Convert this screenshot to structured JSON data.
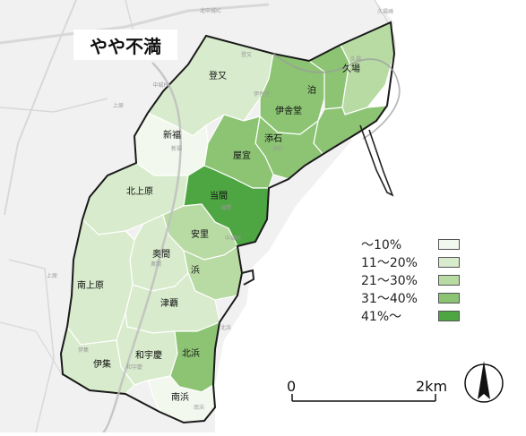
{
  "title": "やや不満",
  "legend": [
    {
      "label": "～10%",
      "color": "#f3f8ee"
    },
    {
      "label": "11～20%",
      "color": "#d8ebcc"
    },
    {
      "label": "21～30%",
      "color": "#b8dba3"
    },
    {
      "label": "31～40%",
      "color": "#8cc474"
    },
    {
      "label": "41%～",
      "color": "#4ea642"
    }
  ],
  "scale": {
    "start": "0",
    "end": "2km"
  },
  "districts": [
    {
      "name": "登又",
      "class": 1
    },
    {
      "name": "新福",
      "class": 0
    },
    {
      "name": "伊舎堂",
      "class": 3
    },
    {
      "name": "泊",
      "class": 3
    },
    {
      "name": "久場",
      "class": 2
    },
    {
      "name": "添石",
      "class": 3
    },
    {
      "name": "屋宜",
      "class": 3
    },
    {
      "name": "北上原",
      "class": 1
    },
    {
      "name": "当間",
      "class": 4
    },
    {
      "name": "安里",
      "class": 2
    },
    {
      "name": "奥間",
      "class": 1
    },
    {
      "name": "南上原",
      "class": 1
    },
    {
      "name": "浜",
      "class": 2
    },
    {
      "name": "津覇",
      "class": 1
    },
    {
      "name": "和宇慶",
      "class": 1
    },
    {
      "name": "伊集",
      "class": 1
    },
    {
      "name": "北浜",
      "class": 3
    },
    {
      "name": "南浜",
      "class": 0
    }
  ],
  "base_labels": [
    "北中城IC",
    "中城PA",
    "上原",
    "伊舎堂",
    "中城村",
    "北浜",
    "南浜",
    "和宇慶",
    "奥間",
    "当間",
    "添石",
    "新福",
    "久場",
    "登又",
    "伊集",
    "上原",
    "久場崎"
  ]
}
